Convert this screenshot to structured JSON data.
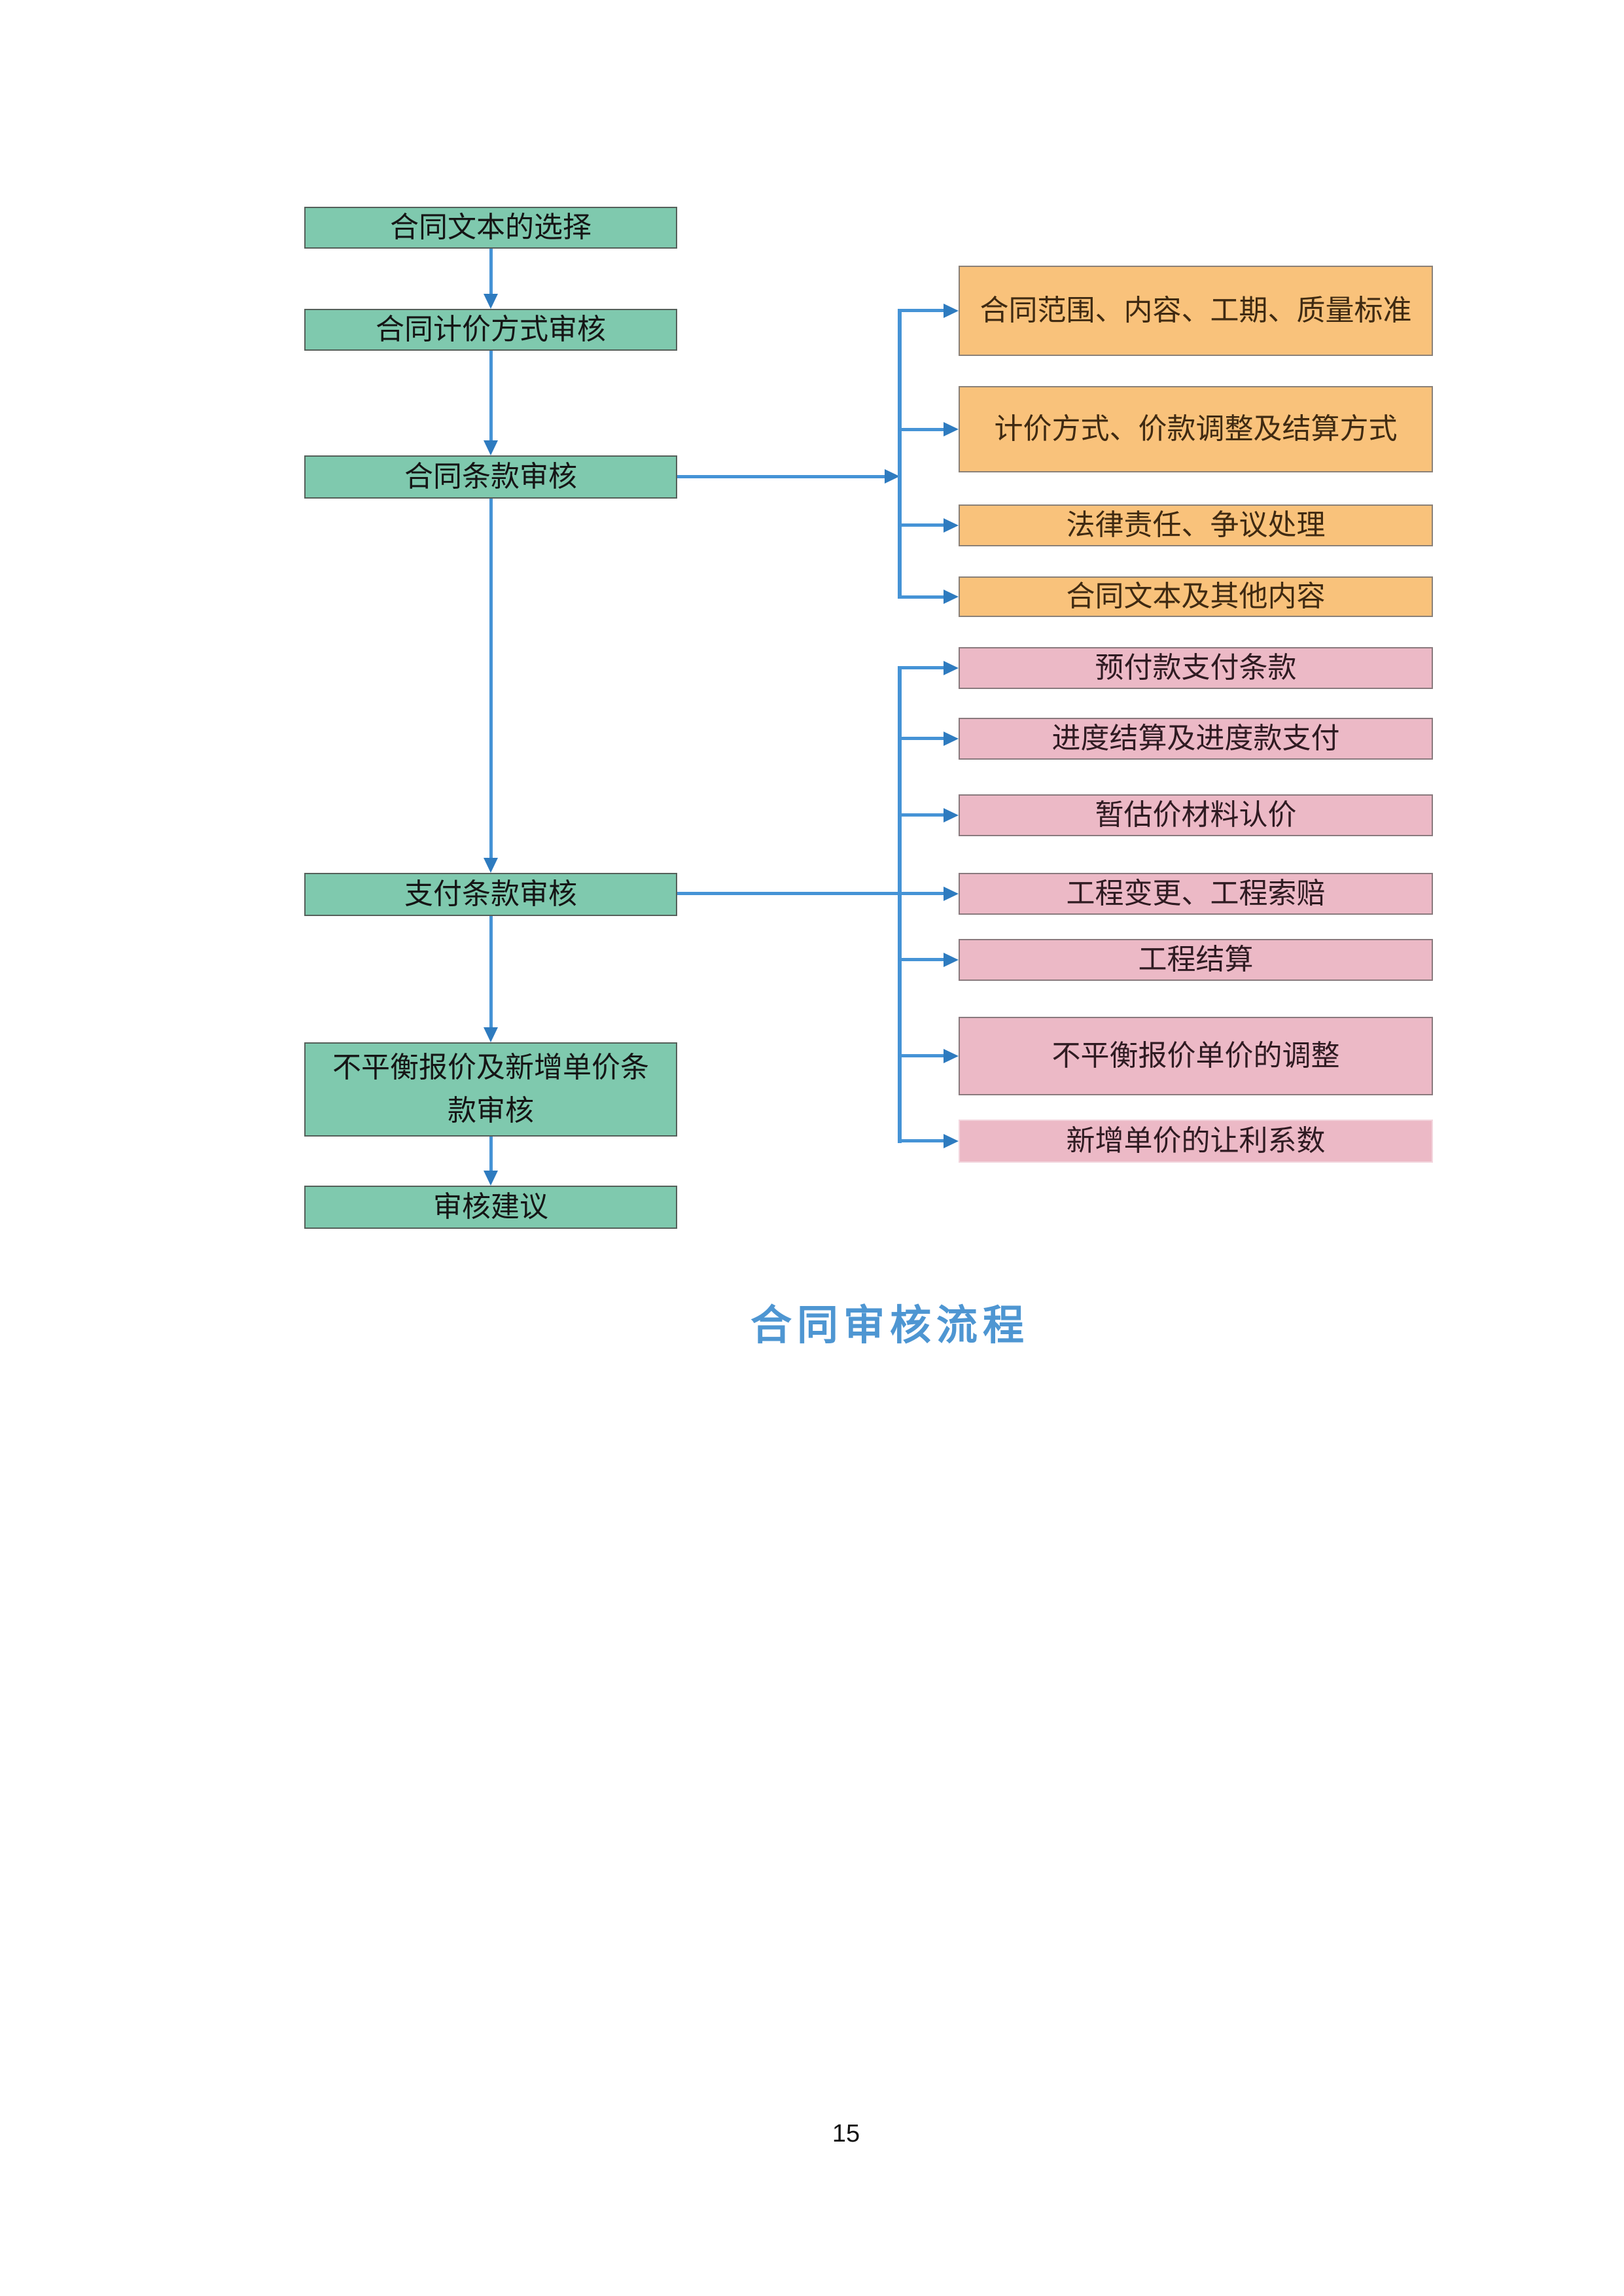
{
  "title": {
    "text": "合同审核流程"
  },
  "page": {
    "number": "15"
  },
  "colors": {
    "green": "#7fc9ae",
    "orange": "#f9c27b",
    "pink": "#ecb9c6",
    "line_blue": "#4593d6",
    "arrowhead_blue": "#2e7bbf",
    "title_text": "#4e96d2"
  },
  "main_flow": [
    {
      "label": "合同文本的选择"
    },
    {
      "label": "合同计价方式审核"
    },
    {
      "label": "合同条款审核"
    },
    {
      "label": "支付条款审核"
    },
    {
      "label": "不平衡报价及新增单价条款审核"
    },
    {
      "label": "审核建议"
    }
  ],
  "contract_clause_items": [
    {
      "label": "合同范围、内容、工期、质量标准"
    },
    {
      "label": "计价方式、价款调整及结算方式"
    },
    {
      "label": "法律责任、争议处理"
    },
    {
      "label": "合同文本及其他内容"
    }
  ],
  "payment_clause_items": [
    {
      "label": "预付款支付条款"
    },
    {
      "label": "进度结算及进度款支付"
    },
    {
      "label": "暂估价材料认价"
    },
    {
      "label": "工程变更、工程索赔"
    },
    {
      "label": "工程结算"
    },
    {
      "label": "不平衡报价单价的调整"
    },
    {
      "label": "新增单价的让利系数"
    }
  ]
}
